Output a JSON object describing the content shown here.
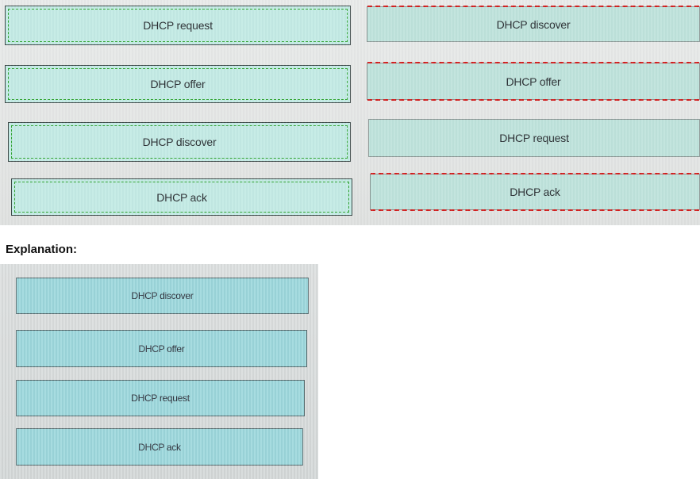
{
  "question": {
    "left_column": [
      {
        "label": "DHCP request"
      },
      {
        "label": "DHCP offer"
      },
      {
        "label": "DHCP discover"
      },
      {
        "label": "DHCP ack"
      }
    ],
    "right_column": [
      {
        "label": "DHCP discover"
      },
      {
        "label": "DHCP offer"
      },
      {
        "label": "DHCP request"
      },
      {
        "label": "DHCP ack"
      }
    ]
  },
  "explanation": {
    "heading": "Explanation:",
    "items": [
      {
        "label": "DHCP discover"
      },
      {
        "label": "DHCP offer"
      },
      {
        "label": "DHCP request"
      },
      {
        "label": "DHCP ack"
      }
    ]
  },
  "colors": {
    "box_fill": "#c4ebe5",
    "green_dash": "#2fa52f",
    "red_dash": "#d21e1e",
    "explanation_fill": "#9dd8dd"
  }
}
